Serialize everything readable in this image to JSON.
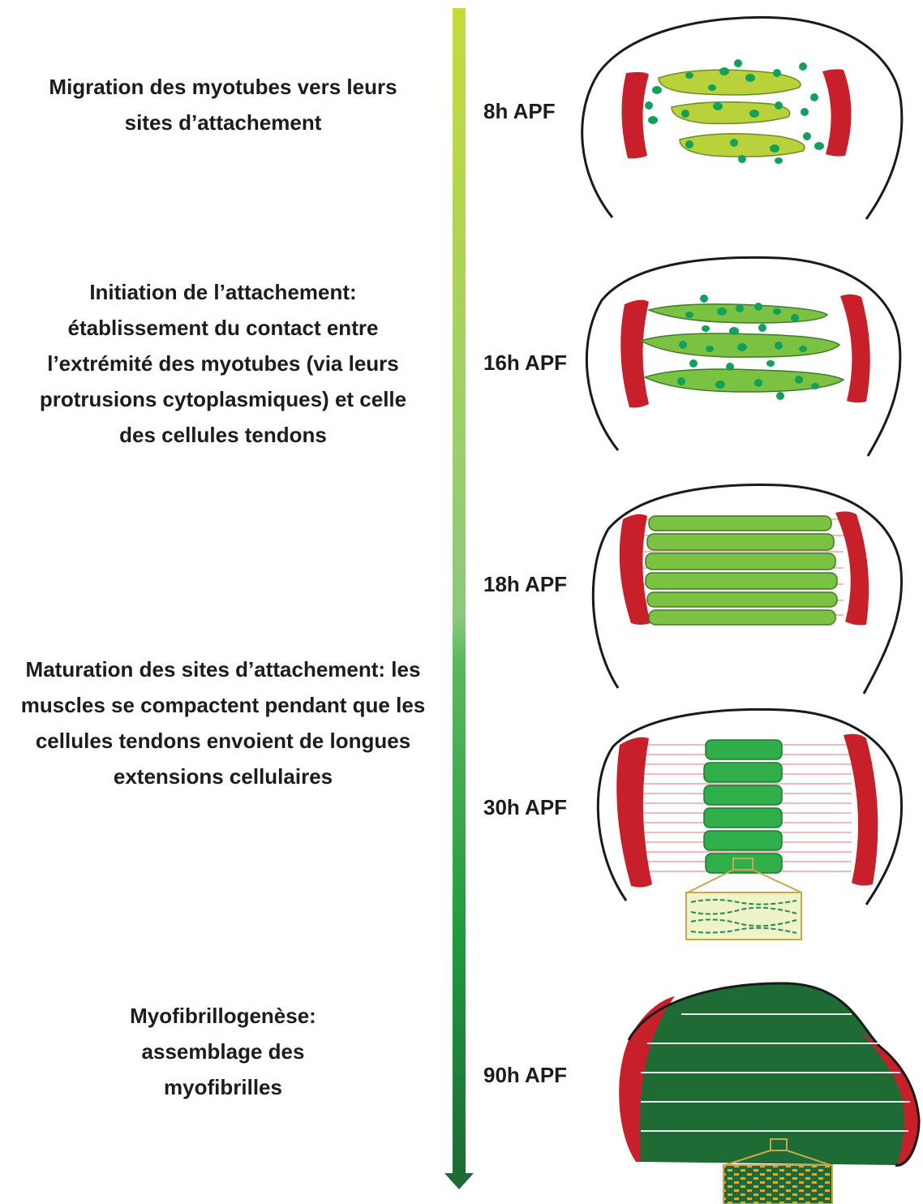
{
  "descriptions": [
    {
      "lines": [
        "Migration des myotubes vers leurs",
        "sites d’attachement"
      ]
    },
    {
      "lines": [
        "Initiation de l’attachement:",
        "établissement du contact entre",
        "l’extrémité des myotubes (via leurs",
        "protrusions cytoplasmiques) et celle",
        "des cellules tendons"
      ]
    },
    {
      "lines": [
        "Maturation des sites d’attachement: les",
        "muscles se compactent pendant que les",
        "cellules tendons envoient de longues",
        "extensions cellulaires"
      ]
    },
    {
      "lines": [
        "Myofibrillogenèse:",
        "assemblage des",
        "myofibrilles"
      ]
    }
  ],
  "timepoints": [
    "8h APF",
    "16h APF",
    "18h APF",
    "30h APF",
    "90h APF"
  ],
  "colors": {
    "tendon": "#c8202a",
    "outline": "#1a1a1a",
    "myotube_early": "#b9d23c",
    "myotube_mid": "#7cc242",
    "myotube_late": "#2fae4a",
    "muscle_mature": "#1e6b35",
    "nuclei": "#13a05c",
    "timeline_top": "#c5db3a",
    "timeline_bottom": "#1e6b35"
  }
}
